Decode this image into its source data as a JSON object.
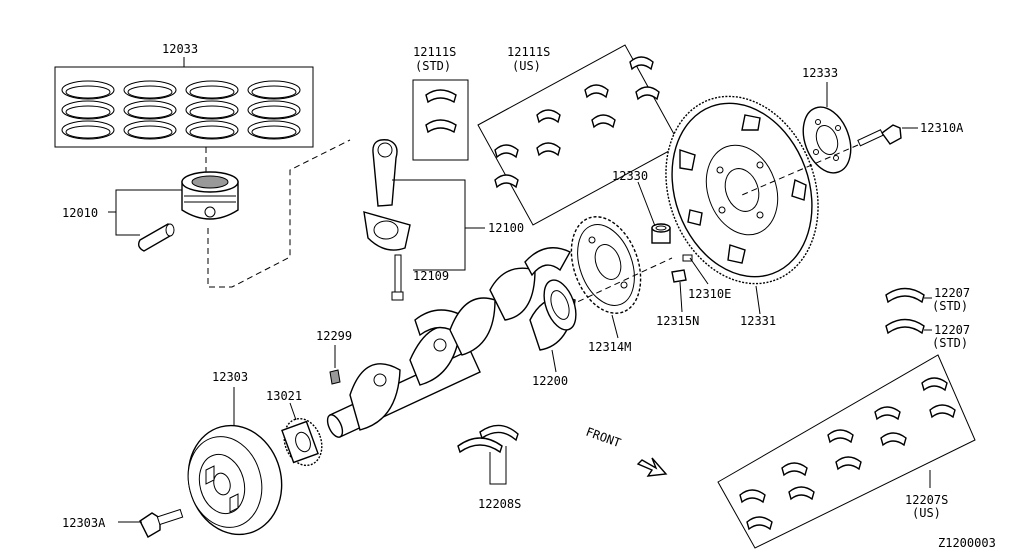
{
  "labels": {
    "p12033": "12033",
    "p12010": "12010",
    "p12111s_std": "12111S",
    "std_a": "(STD)",
    "p12111s_us": "12111S",
    "us_a": "(US)",
    "p12100": "12100",
    "p12109": "12109",
    "p12330": "12330",
    "p12333": "12333",
    "p12310a": "12310A",
    "p12310e": "12310E",
    "p12315n": "12315N",
    "p12331": "12331",
    "p12314m": "12314M",
    "p12299": "12299",
    "p12200": "12200",
    "p12303": "12303",
    "p13021": "13021",
    "p12208s": "12208S",
    "p12303a": "12303A",
    "p12207_1": "12207",
    "std_b": "(STD)",
    "p12207_2": "12207",
    "std_c": "(STD)",
    "p12207s": "12207S",
    "us_b": "(US)",
    "front": "FRONT",
    "diagram_id": "Z1200003"
  }
}
